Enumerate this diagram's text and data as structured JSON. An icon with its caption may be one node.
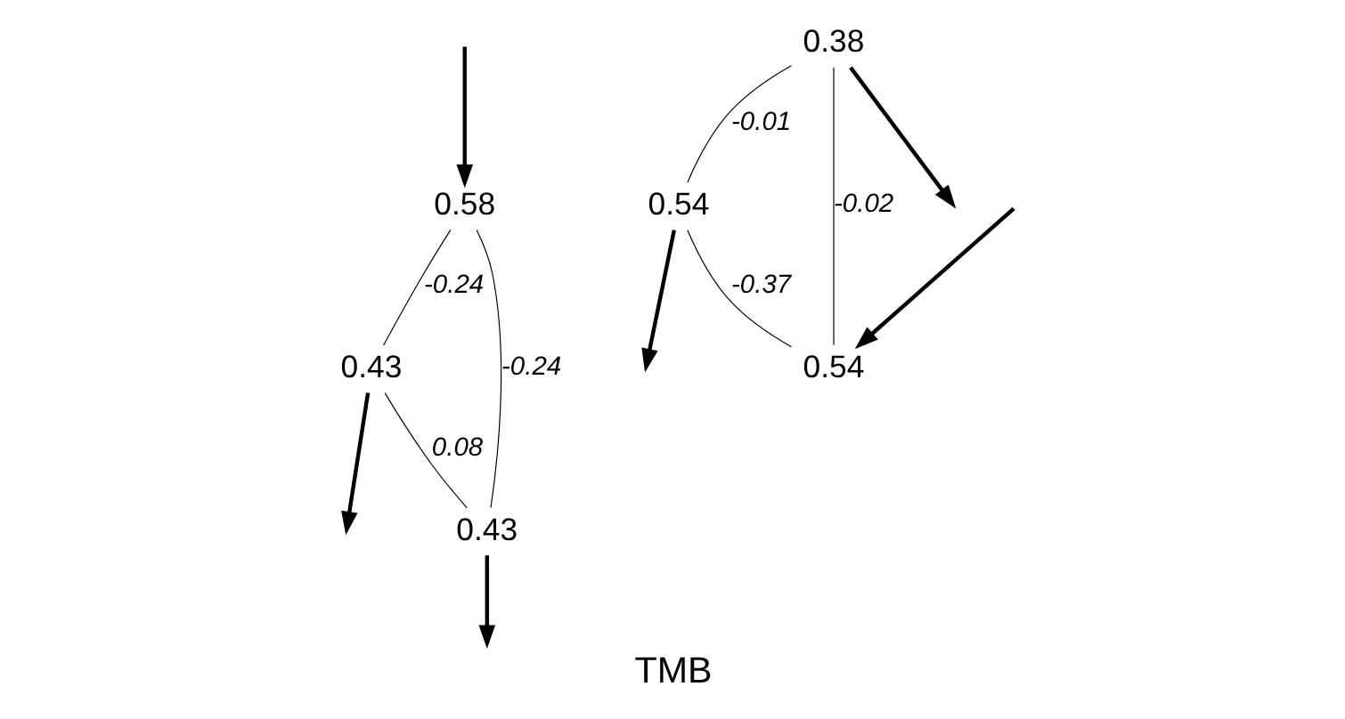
{
  "diagram": {
    "caption": "TMB",
    "nodes": [
      {
        "text": [
          "0.58"
        ]
      },
      {
        "text": [
          "0.43"
        ]
      },
      {
        "text": [
          "0.43"
        ]
      },
      {
        "text": [
          "0.38"
        ]
      },
      {
        "text": [
          "0.54"
        ]
      },
      {
        "text": [
          "0.54"
        ]
      }
    ],
    "edges": [
      {
        "from": 0,
        "to": 1,
        "arrow": "none",
        "label": "-0.24"
      },
      {
        "from": 0,
        "to": 2,
        "arrow": "none",
        "label": "-0.24"
      },
      {
        "from": 1,
        "to": 2,
        "arrow": "none",
        "label": "0.08"
      },
      {
        "from": 3,
        "to": 4,
        "arrow": "none",
        "label": "-0.01"
      },
      {
        "from": 3,
        "to": 5,
        "arrow": "none",
        "label": "-0.02"
      },
      {
        "from": 4,
        "to": 5,
        "arrow": "none",
        "label": "-0.37"
      },
      {
        "from": null,
        "to": 0,
        "arrow": "to",
        "style": "thick"
      },
      {
        "from": 1,
        "to": null,
        "arrow": "to",
        "style": "thick"
      },
      {
        "from": 2,
        "to": null,
        "arrow": "to",
        "style": "thick"
      },
      {
        "from": 3,
        "to": null,
        "arrow": "to",
        "style": "thick"
      },
      {
        "from": 4,
        "to": null,
        "arrow": "to",
        "style": "thick"
      },
      {
        "from": null,
        "to": 5,
        "arrow": "to",
        "style": "thick"
      }
    ]
  }
}
